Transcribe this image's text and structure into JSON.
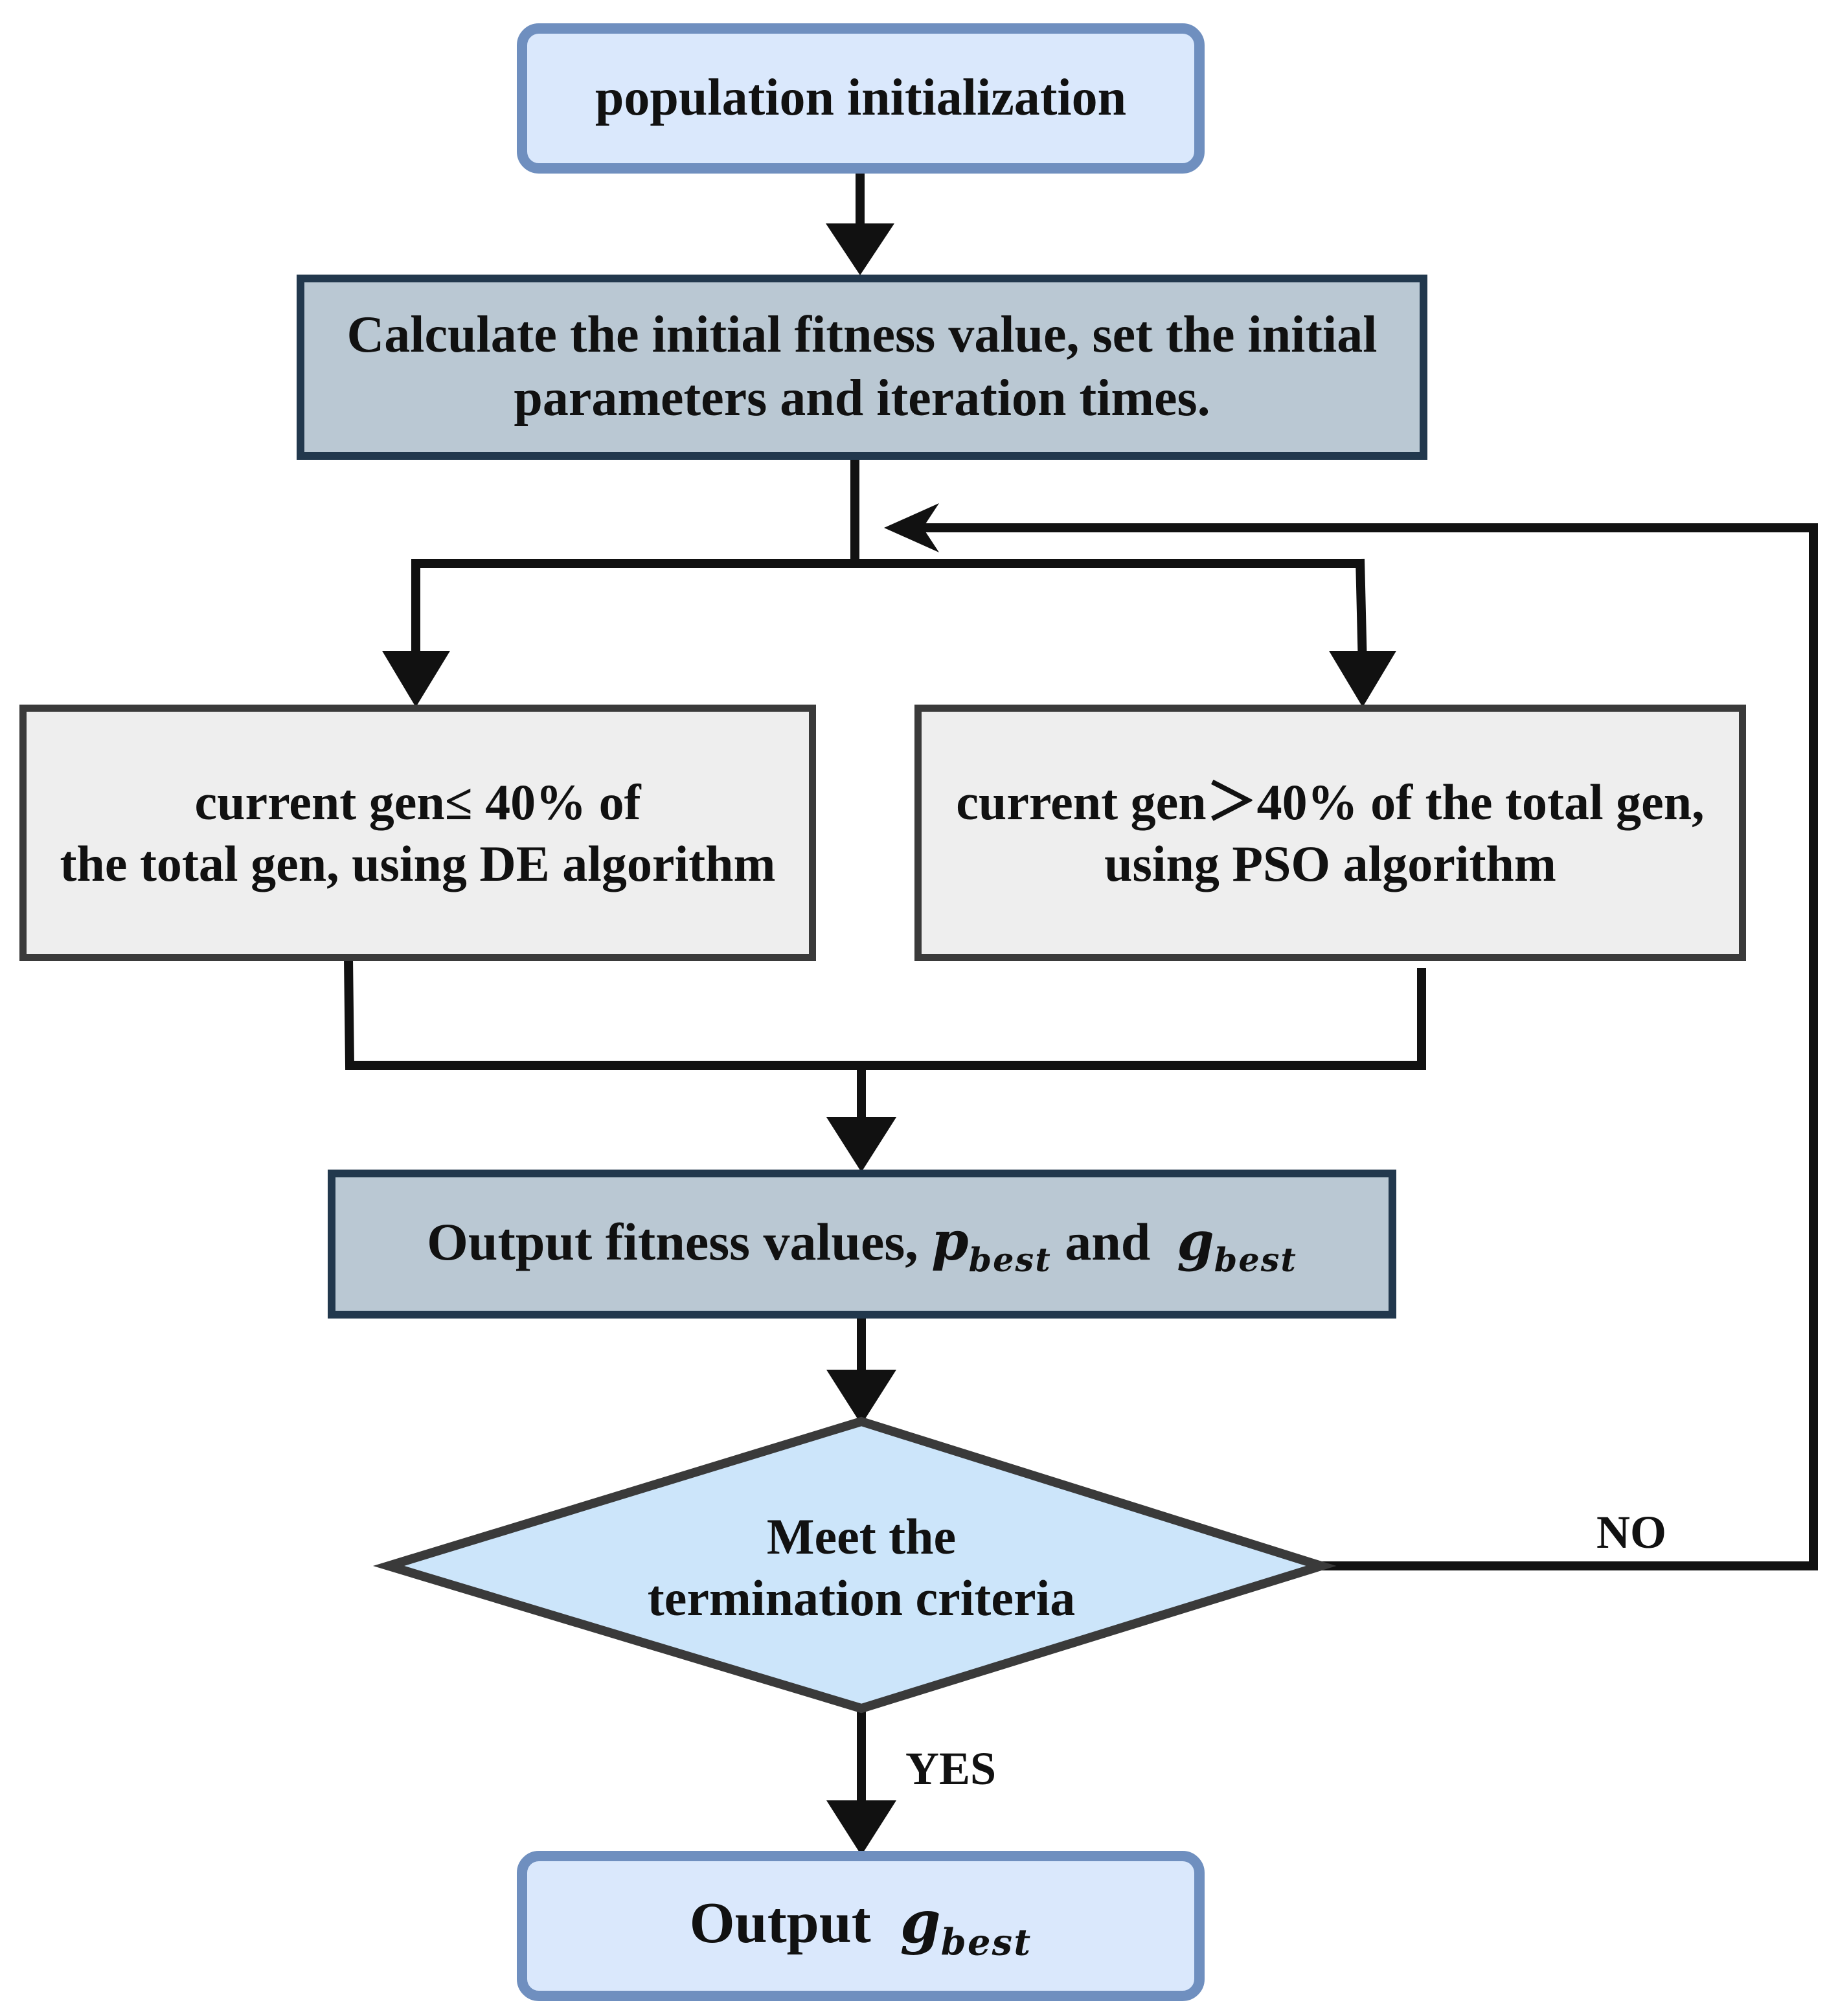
{
  "nodes": {
    "start": "population initialization",
    "calc": {
      "line1": "Calculate the initial fitness value, set the initial",
      "line2": "parameters and iteration times."
    },
    "de_branch": {
      "line1": "current gen≤ 40% of",
      "line2": "the total gen, using DE algorithm"
    },
    "pso_branch": {
      "line1": "current gen＞40% of the total gen,",
      "line2": "using PSO algorithm"
    },
    "output_fitness": {
      "text": "Output fitness values,",
      "pbest_var": "p",
      "pbest_sub": "best",
      "and": "and",
      "gbest_var": "g",
      "gbest_sub": "best"
    },
    "decision": {
      "line1": "Meet the",
      "line2": "termination criteria"
    },
    "end": {
      "text": "Output",
      "gbest_var": "g",
      "gbest_sub": "best"
    }
  },
  "edge_labels": {
    "no": "NO",
    "yes": "YES"
  },
  "colors": {
    "rounded_fill": "#dae8fc",
    "rounded_border": "#6f8fbf",
    "process_fill": "#bac8d3",
    "process_border": "#22384d",
    "branch_fill": "#eeeeee",
    "branch_border": "#3a3a3a",
    "decision_fill": "#cce5fa",
    "decision_border": "#3a3a3a",
    "arrow": "#111111"
  }
}
